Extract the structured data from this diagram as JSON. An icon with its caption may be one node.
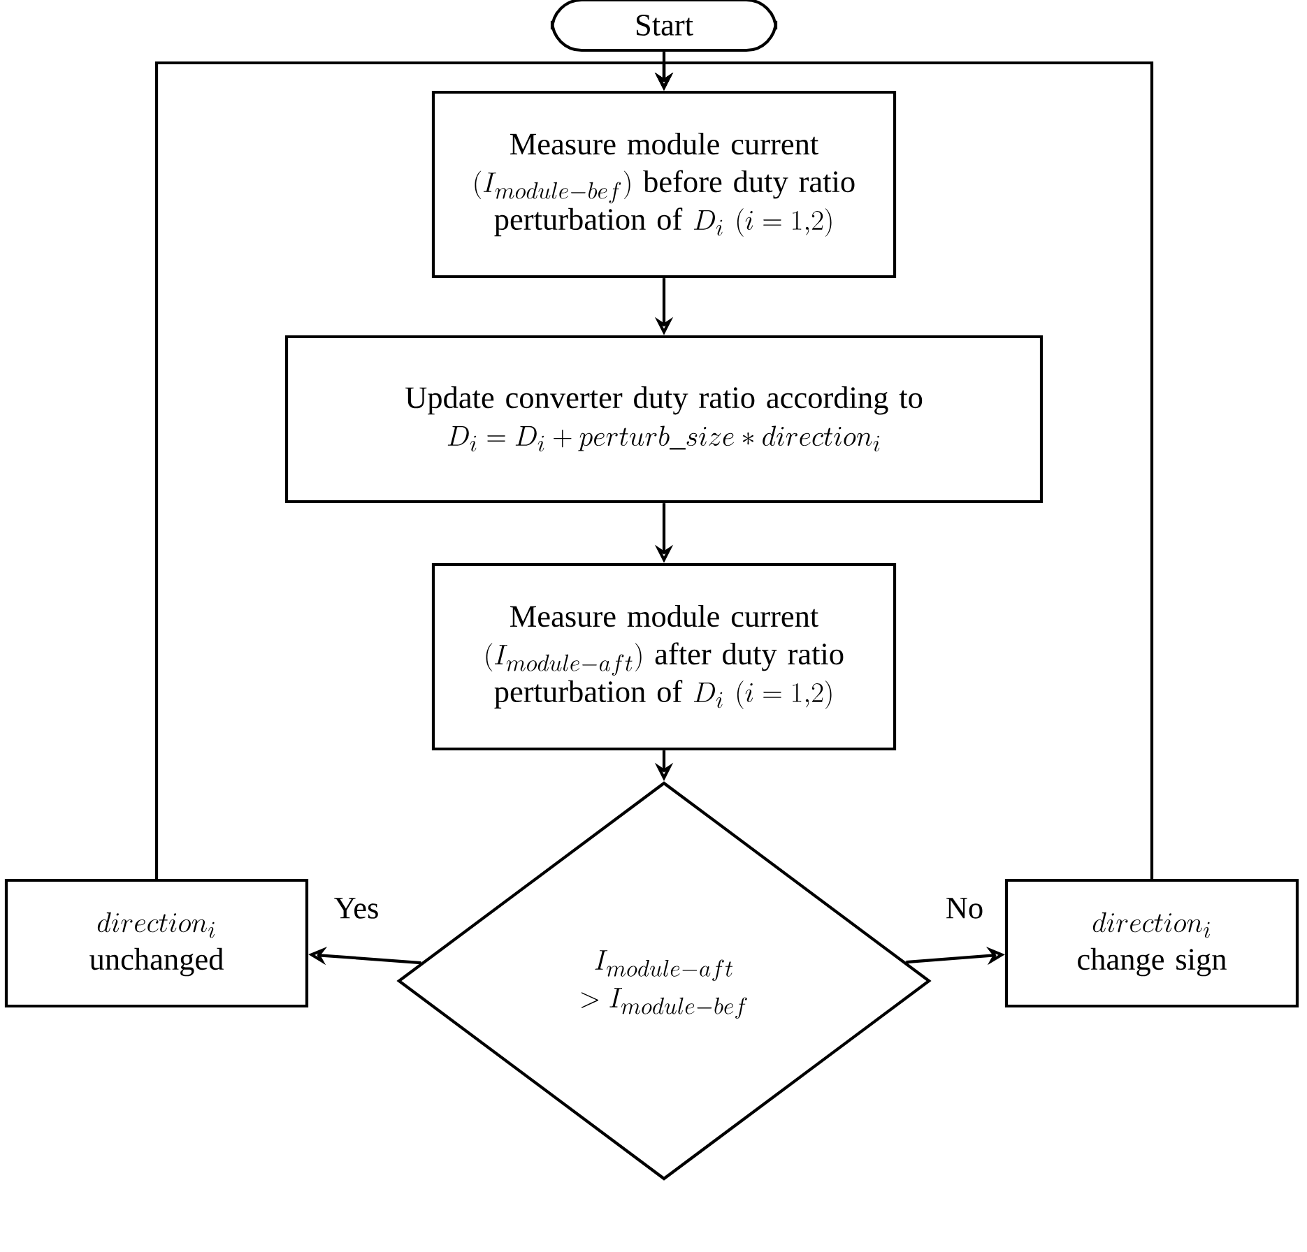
{
  "diagram": {
    "nodes": [
      {
        "text": [
          "Start"
        ]
      },
      {
        "text": [
          "\\begin{array}{c}\\text{Measure module current}\\\\(I_{module-bef})\\text{ before duty ratio}\\\\\\text{perturbation of }D_i\\ (i=1{,}2)\\end{array}"
        ]
      },
      {
        "text": [
          "\\begin{array}{c}\\text{Update converter duty ratio according to}\\\\D_i=D_i+perturb\\_size*direction_i\\end{array}"
        ]
      },
      {
        "text": [
          "\\begin{array}{c}\\text{Measure module current}\\\\(I_{module-aft})\\text{ after duty ratio}\\\\\\text{perturbation of }D_i\\ (i=1{,}2)\\end{array}"
        ]
      },
      {
        "text": [
          "\\begin{array}{c}I_{module-aft}\\\\>I_{module-bef}\\end{array}"
        ]
      },
      {
        "text": [
          "\\begin{array}{c}direction_i\\\\\\text{unchanged}\\end{array}"
        ]
      },
      {
        "text": [
          "\\begin{array}{c}direction_i\\\\\\text{change sign}\\end{array}"
        ]
      }
    ],
    "edges": [
      {
        "from": 0,
        "to": 1,
        "arrow": "to"
      },
      {
        "from": 1,
        "to": 2,
        "arrow": "to"
      },
      {
        "from": 2,
        "to": 3,
        "arrow": "to"
      },
      {
        "from": 3,
        "to": 4,
        "arrow": "to"
      },
      {
        "from": 4,
        "to": 5,
        "arrow": "to",
        "label": "Yes"
      },
      {
        "from": 4,
        "to": 6,
        "arrow": "to",
        "label": "No"
      },
      {
        "from": 5,
        "to": 1,
        "arrow": "to"
      },
      {
        "from": 6,
        "to": 1,
        "arrow": "to"
      }
    ]
  }
}
